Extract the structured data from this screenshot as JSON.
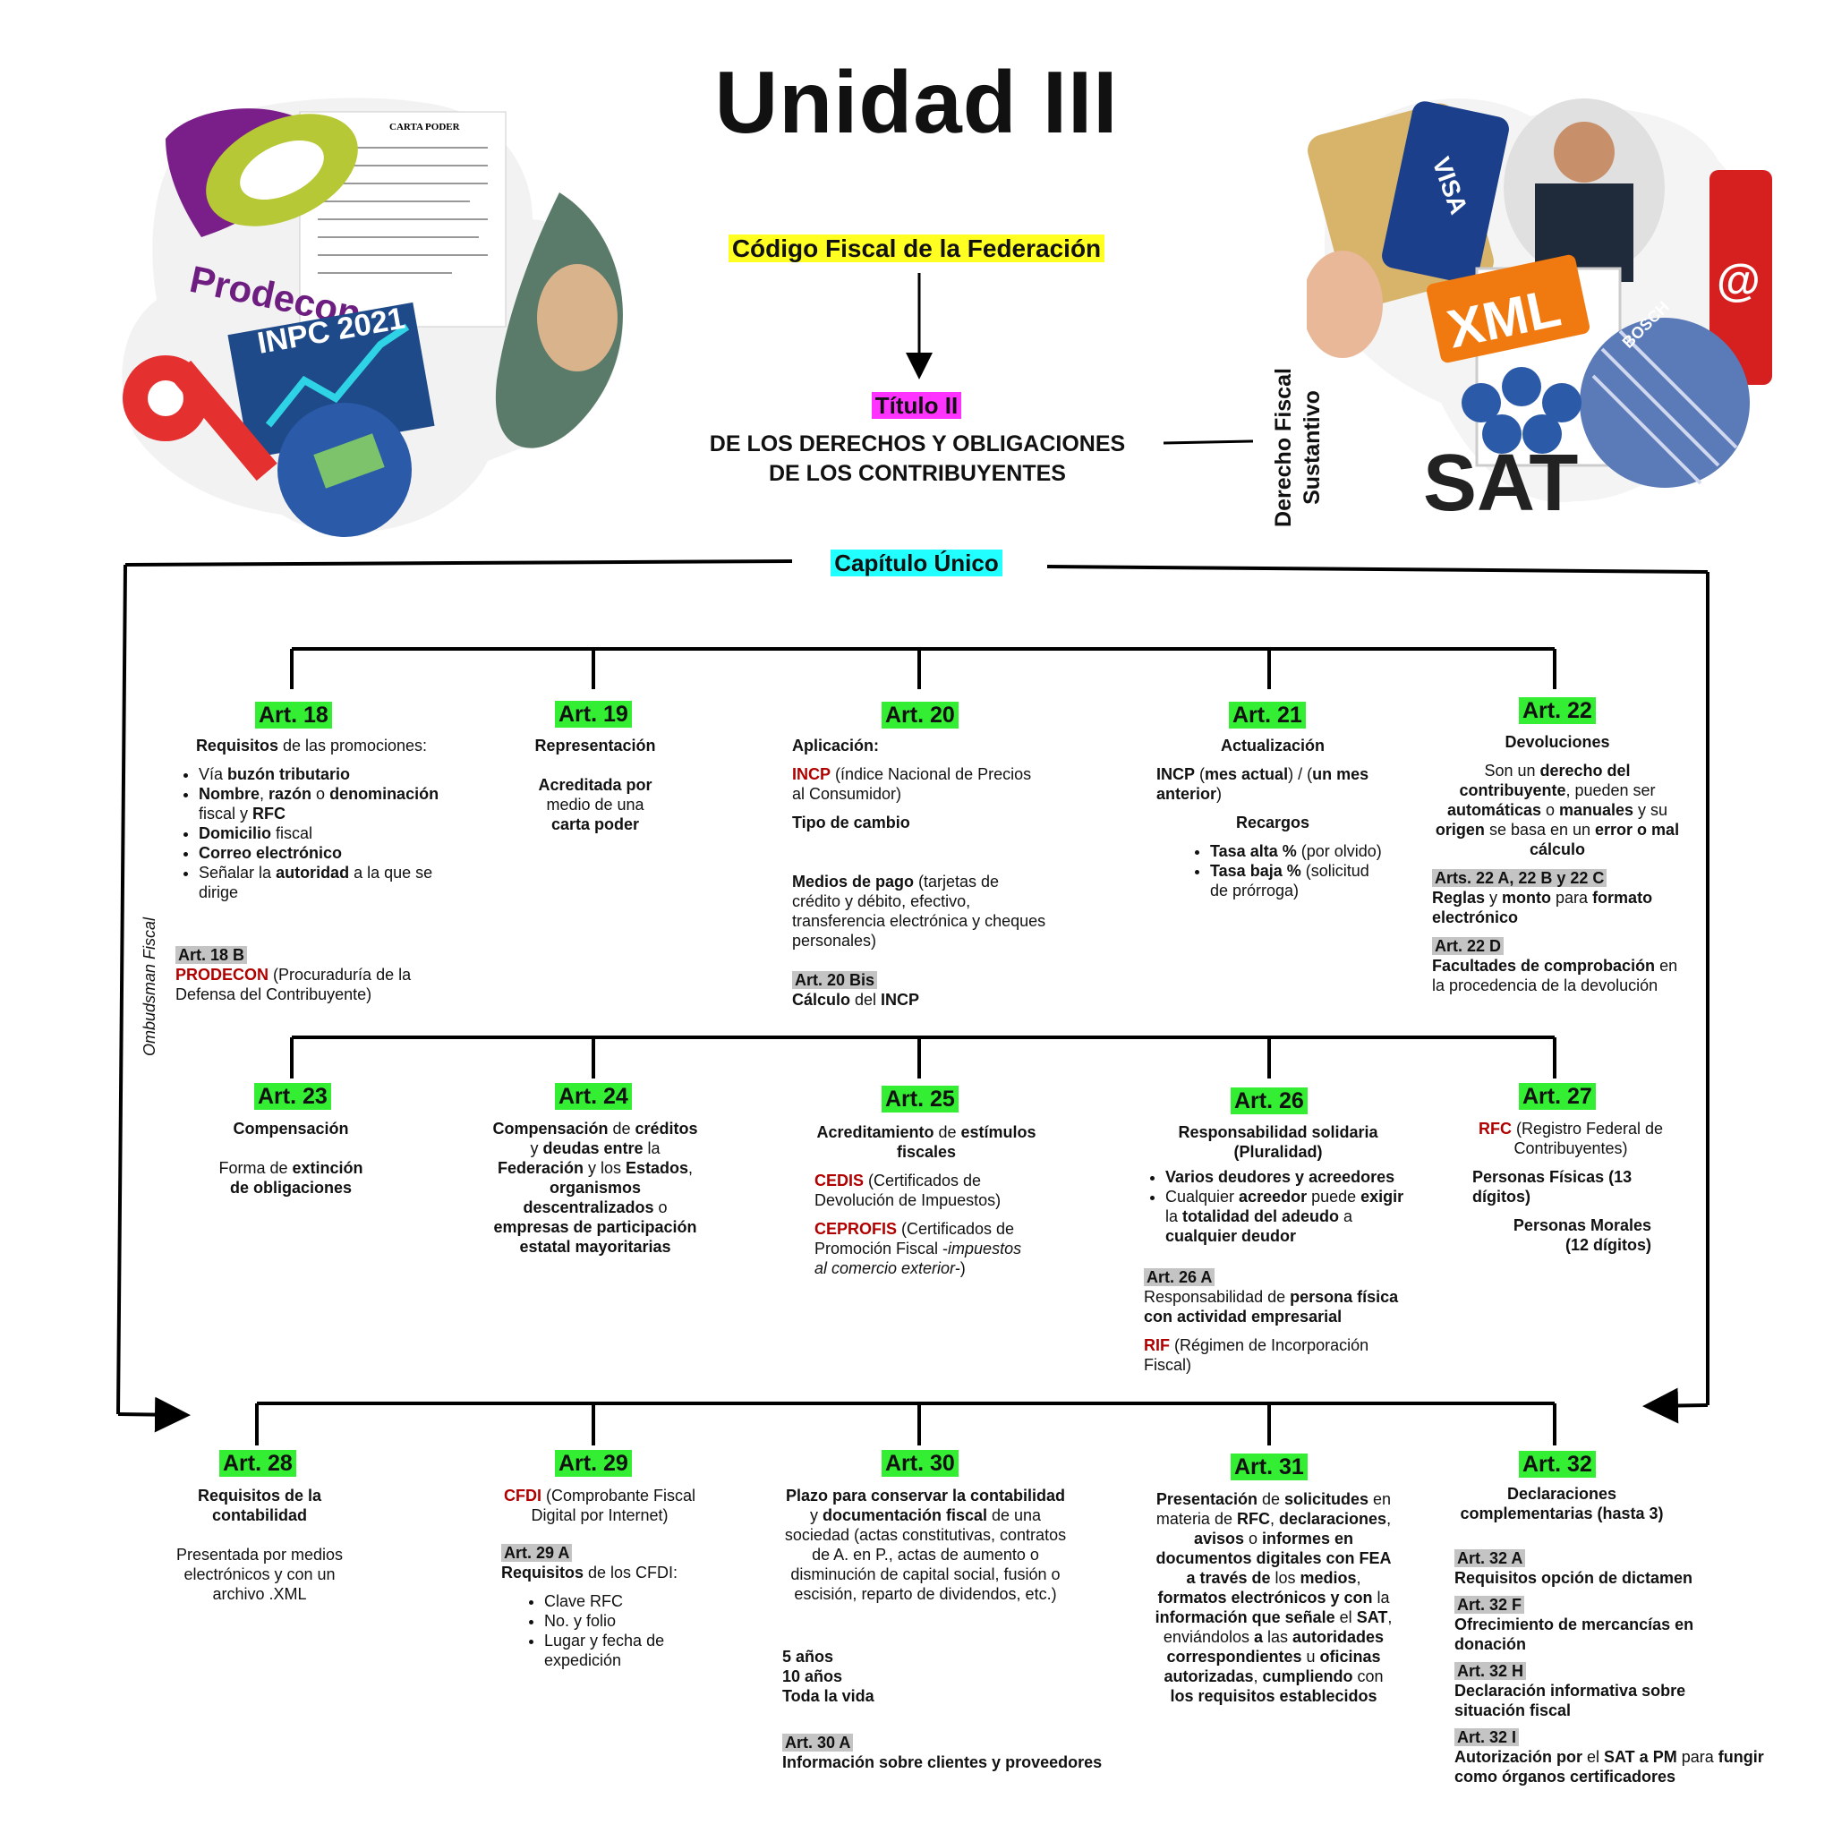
{
  "title": "Unidad III",
  "codigo": "Código Fiscal de la Federación",
  "titulo": "Título II",
  "titulo_desc_1": "DE LOS DERECHOS Y OBLIGACIONES",
  "titulo_desc_2": "DE LOS CONTRIBUYENTES",
  "derecho_1": "Derecho Fiscal",
  "derecho_2": "Sustantivo",
  "capitulo": "Capítulo Único",
  "ombudsman": "Ombudsman Fiscal",
  "images": {
    "left_collage": [
      "Prodecon",
      "INPC 2021",
      "CARTA PODER"
    ],
    "right_collage": [
      "VISA",
      "XML",
      "SAT",
      "@",
      "BOSCH"
    ]
  },
  "row1": {
    "a18": {
      "label": "Art. 18",
      "req_b": "Requisitos",
      "req_r": " de las promociones:",
      "li1a": "Vía ",
      "li1b": "buzón tributario",
      "li2a": "Nombre",
      "li2b": ", ",
      "li2c": "razón",
      "li2d": " o ",
      "li2e": "denominación",
      "li2f": " fiscal y ",
      "li2g": "RFC",
      "li3a": "Domicilio",
      "li3b": " fiscal",
      "li4": "Correo electrónico",
      "li5a": "Señalar la ",
      "li5b": "autoridad",
      "li5c": " a la que se dirige",
      "sub": "Art. 18 B",
      "prodecon": "PRODECON",
      "prodecon_desc": " (Procuraduría de la Defensa del Contribuyente)"
    },
    "a19": {
      "label": "Art. 19",
      "head": "Representación",
      "l1": "Acreditada por",
      "l2": "medio de una",
      "l3": "carta poder"
    },
    "a20": {
      "label": "Art. 20",
      "aplic": "Aplicación:",
      "incp": "INCP",
      "incp_desc": " (índice Nacional de Precios al Consumidor)",
      "tipo": "Tipo de cambio",
      "medios_b": "Medios de pago",
      "medios_r": " (tarjetas de crédito y débito, efectivo, transferencia electrónica y cheques personales)",
      "sub": "Art. 20 Bis",
      "calc_b": "Cálculo",
      "calc_r": " del ",
      "calc_c": "INCP"
    },
    "a21": {
      "label": "Art. 21",
      "head": "Actualización",
      "incp_a": "INCP",
      "incp_b": " (",
      "incp_c": "mes actual",
      "incp_d": ") / (",
      "incp_e": "un mes anterior",
      "incp_f": ")",
      "recargos": "Recargos",
      "li1a": "Tasa alta %",
      "li1b": " (por olvido)",
      "li2a": "Tasa baja %",
      "li2b": " (solicitud de prórroga)"
    },
    "a22": {
      "label": "Art. 22",
      "head": "Devoluciones",
      "t1": "Son un ",
      "t2": "derecho del contribuyente",
      "t3": ", pueden ser ",
      "t4": "automáticas",
      "t5": " o ",
      "t6": "manuales",
      "t7": " y su ",
      "t8": "origen",
      "t9": " se basa en un ",
      "t10": "error o mal cálculo",
      "sub1": "Arts. 22 A, 22 B y 22 C",
      "s1a": "Reglas",
      "s1b": " y ",
      "s1c": "monto",
      "s1d": " para ",
      "s1e": "formato electrónico",
      "sub2": "Art. 22 D",
      "s2a": "Facultades de comprobación",
      "s2b": " en la procedencia de la devolución"
    }
  },
  "row2": {
    "a23": {
      "label": "Art. 23",
      "head": "Compensación",
      "l1": "Forma de ",
      "l2": "extinción",
      "l3": "de obligaciones"
    },
    "a24": {
      "label": "Art. 24",
      "t1": "Compensación",
      "t2": " de ",
      "t3": "créditos",
      "t4": " y ",
      "t5": "deudas entre",
      "t6": " la ",
      "t7": "Federación",
      "t8": " y los ",
      "t9": "Estados",
      "t10": ", ",
      "t11": "organismos descentralizados",
      "t12": " o ",
      "t13": "empresas de participación estatal mayoritarias"
    },
    "a25": {
      "label": "Art. 25",
      "h1": "Acreditamiento",
      "h2": " de ",
      "h3": "estímulos fiscales",
      "cedis": "CEDIS",
      "cedis_desc": " (Certificados de Devolución de Impuestos)",
      "ceprofis": "CEPROFIS",
      "ceprofis_desc": " (Certificados de Promoción Fiscal -",
      "ceprofis_it": "impuestos al comercio exterior-",
      "ceprofis_end": ")"
    },
    "a26": {
      "label": "Art. 26",
      "head": "Responsabilidad solidaria (Pluralidad)",
      "li1": "Varios deudores y acreedores",
      "li2a": "Cualquier ",
      "li2b": "acreedor",
      "li2c": " puede ",
      "li2d": "exigir",
      "li2e": " la ",
      "li2f": "totalidad del adeudo",
      "li2g": " a ",
      "li2h": "cualquier deudor",
      "sub": "Art. 26 A",
      "s1a": "Responsabilidad de ",
      "s1b": "persona física con actividad empresarial",
      "rif": "RIF",
      "rif_desc": " (Régimen de Incorporación Fiscal)"
    },
    "a27": {
      "label": "Art. 27",
      "rfc": "RFC",
      "rfc_desc": " (Registro Federal de Contribuyentes)",
      "pf": "Personas Físicas (13 dígitos)",
      "pm1": "Personas Morales",
      "pm2": "(12 dígitos)"
    }
  },
  "row3": {
    "a28": {
      "label": "Art. 28",
      "head": "Requisitos de la contabilidad",
      "t": "Presentada por medios electrónicos y con un archivo .XML"
    },
    "a29": {
      "label": "Art. 29",
      "cfdi": "CFDI",
      "cfdi_desc": " (Comprobante Fiscal Digital por Internet)",
      "sub": "Art. 29 A",
      "req_b": "Requisitos",
      "req_r": " de los CFDI:",
      "li1": "Clave RFC",
      "li2": "No. y folio",
      "li3": "Lugar y fecha de expedición"
    },
    "a30": {
      "label": "Art. 30",
      "t1": "Plazo para conservar la contabilidad",
      "t2": " y ",
      "t3": "documentación fiscal",
      "t4": " de una sociedad (actas constitutivas, contratos de A. en P., actas de aumento o disminución de capital social, fusión o escisión, reparto de dividendos, etc.)",
      "p1": "5 años",
      "p2": "10 años",
      "p3": "Toda la vida",
      "sub": "Art. 30 A",
      "s": "Información sobre clientes y proveedores"
    },
    "a31": {
      "label": "Art. 31",
      "t1": "Presentación",
      "t2": " de ",
      "t3": "solicitudes",
      "t4": " en materia de ",
      "t5": "RFC",
      "t6": ", ",
      "t7": "declaraciones",
      "t8": ", ",
      "t9": "avisos",
      "t10": " o ",
      "t11": "informes en documentos digitales con FEA a través de",
      "t12": " los ",
      "t13": "medios",
      "t14": ", ",
      "t15": "formatos electrónicos y con",
      "t16": " la ",
      "t17": "información que señale",
      "t18": " el ",
      "t19": "SAT",
      "t20": ", enviándolos ",
      "t21": "a",
      "t22": " las ",
      "t23": "autoridades correspondientes",
      "t24": " u ",
      "t25": "oficinas autorizadas",
      "t26": ", ",
      "t27": "cumpliendo",
      "t28": " con ",
      "t29": "los requisitos establecidos"
    },
    "a32": {
      "label": "Art. 32",
      "head": "Declaraciones complementarias (hasta 3)",
      "sa": "Art. 32 A",
      "ta": "Requisitos opción de dictamen",
      "sf": "Art. 32 F",
      "tf": "Ofrecimiento de mercancías en donación",
      "sh": "Art. 32 H",
      "th": "Declaración informativa sobre situación fiscal",
      "si": "Art. 32 I",
      "ti1": "Autorización por",
      "ti2": " el ",
      "ti3": "SAT a PM",
      "ti4": " para ",
      "ti5": "fungir como órganos certificadores"
    }
  }
}
